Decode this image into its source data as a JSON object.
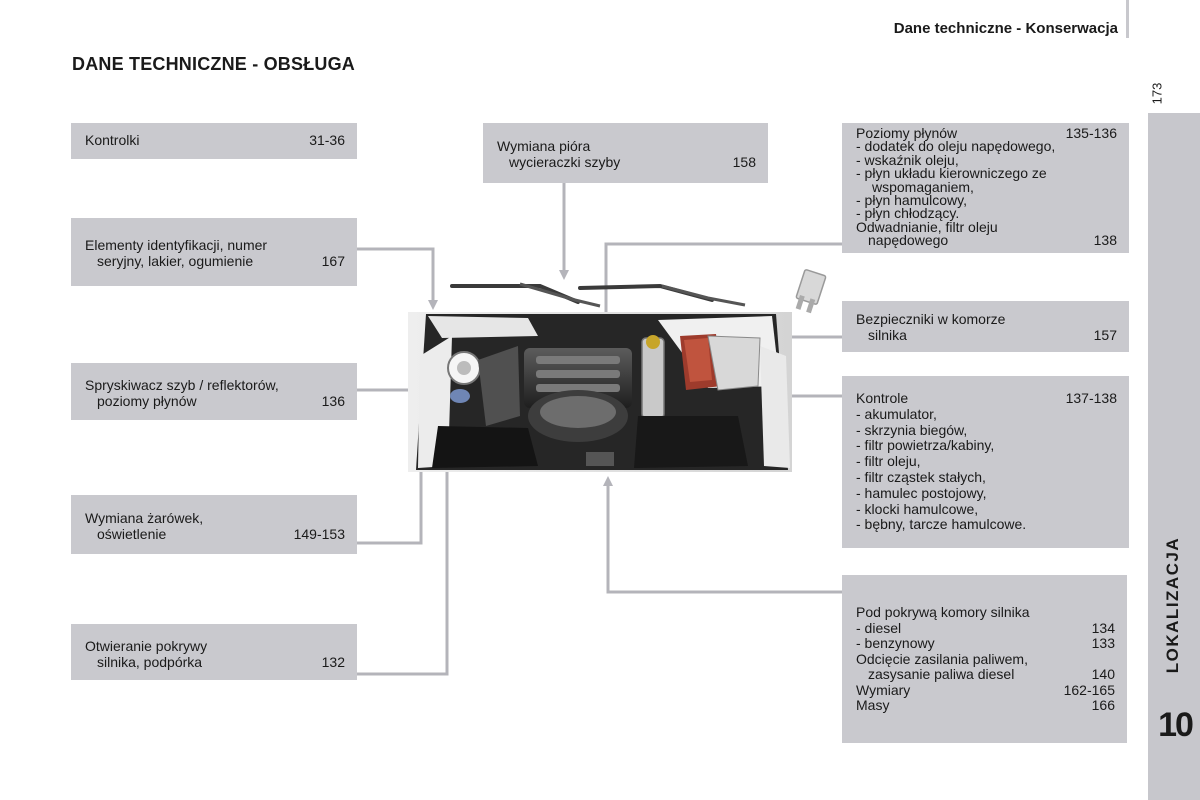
{
  "header": {
    "section": "Dane techniczne - Konserwacja",
    "page_number": "173"
  },
  "title": "DANE TECHNICZNE - OBSŁUGA",
  "side_tab": {
    "label": "LOKALIZACJA",
    "chapter": "10"
  },
  "boxes": {
    "kontrolki": {
      "label": "Kontrolki",
      "page": "31-36"
    },
    "pioro": {
      "line1": "Wymiana pióra",
      "line2": "wycieraczki szyby",
      "page": "158"
    },
    "elementy": {
      "line1": "Elementy identyfikacji, numer",
      "line2": "seryjny, lakier, ogumienie",
      "page": "167"
    },
    "spryskiwacz": {
      "line1": "Spryskiwacz szyb / reflektorów,",
      "line2": "poziomy płynów",
      "page": "136"
    },
    "zarowki": {
      "line1": "Wymiana żarówek,",
      "line2": "oświetlenie",
      "page": "149-153"
    },
    "pokrywa": {
      "line1": "Otwieranie pokrywy",
      "line2": "silnika, podpórka",
      "page": "132"
    },
    "poziomy": {
      "title": "Poziomy płynów",
      "page": "135-136",
      "items": [
        "-  dodatek do oleju napędowego,",
        "-  wskaźnik oleju,",
        "-  płyn układu kierowniczego ze",
        "wspomaganiem,",
        "-  płyn hamulcowy,",
        "-  płyn chłodzący."
      ],
      "odw1": "Odwadnianie, filtr oleju",
      "odw2": "napędowego",
      "odw_page": "138"
    },
    "bezpieczniki": {
      "line1": "Bezpieczniki w komorze",
      "line2": "silnika",
      "page": "157"
    },
    "kontrole": {
      "title": "Kontrole",
      "page": "137-138",
      "items": [
        "-  akumulator,",
        "-  skrzynia biegów,",
        "-  filtr powietrza/kabiny,",
        "-  filtr oleju,",
        "-  filtr cząstek stałych,",
        "-  hamulec postojowy,",
        "-  klocki hamulcowe,",
        "-  bębny, tarcze hamulcowe."
      ]
    },
    "pod": {
      "title": "Pod pokrywą komory silnika",
      "rows": [
        {
          "label": "-  diesel",
          "page": "134",
          "indent": false
        },
        {
          "label": "-  benzynowy",
          "page": "133",
          "indent": false
        },
        {
          "label": "Odcięcie zasilania paliwem,",
          "page": "",
          "indent": false
        },
        {
          "label": "zasysanie paliwa diesel",
          "page": "140",
          "indent": true
        },
        {
          "label": "Wymiary",
          "page": "162-165",
          "indent": false
        },
        {
          "label": "Masy",
          "page": "166",
          "indent": false
        }
      ]
    }
  },
  "colors": {
    "box": "#c9c9ce",
    "line": "#b4b4ba",
    "sidebar": "#c7c7cc"
  }
}
